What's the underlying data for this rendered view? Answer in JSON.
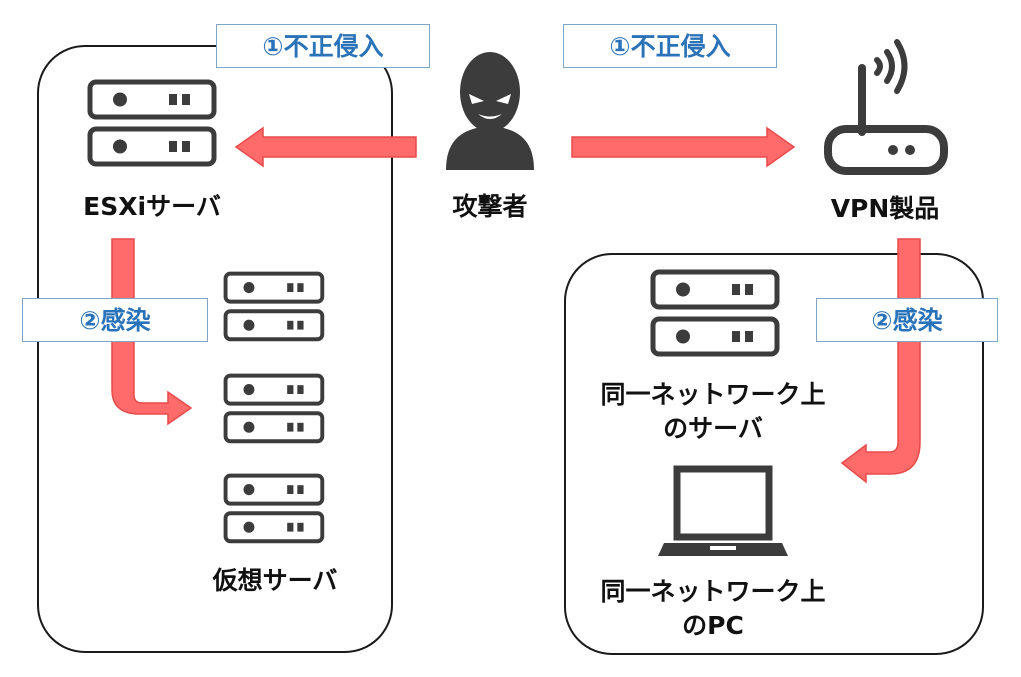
{
  "attacker": {
    "label": "攻撃者",
    "icon": "hacker-icon"
  },
  "esxi": {
    "label": "ESXiサーバ",
    "icon": "server-icon"
  },
  "vm": {
    "label": "仮想サーバ",
    "icon": "server-icon"
  },
  "vpn": {
    "label": "VPN製品",
    "icon": "router-icon"
  },
  "lan_server": {
    "label_line1": "同一ネットワーク上",
    "label_line2": "のサーバ",
    "icon": "server-icon"
  },
  "lan_pc": {
    "label_line1": "同一ネットワーク上",
    "label_line2": "のPC",
    "icon": "laptop-icon"
  },
  "tags": {
    "intrusion_left": "①不正侵入",
    "intrusion_right": "①不正侵入",
    "infection_left": "②感染",
    "infection_right": "②感染"
  },
  "colors": {
    "arrow": "#ff6b6b",
    "arrow_edge": "#e84a4a",
    "icon": "#3c3c3c",
    "tag_text": "#2a73b8",
    "tag_border": "#7fa6c8"
  }
}
